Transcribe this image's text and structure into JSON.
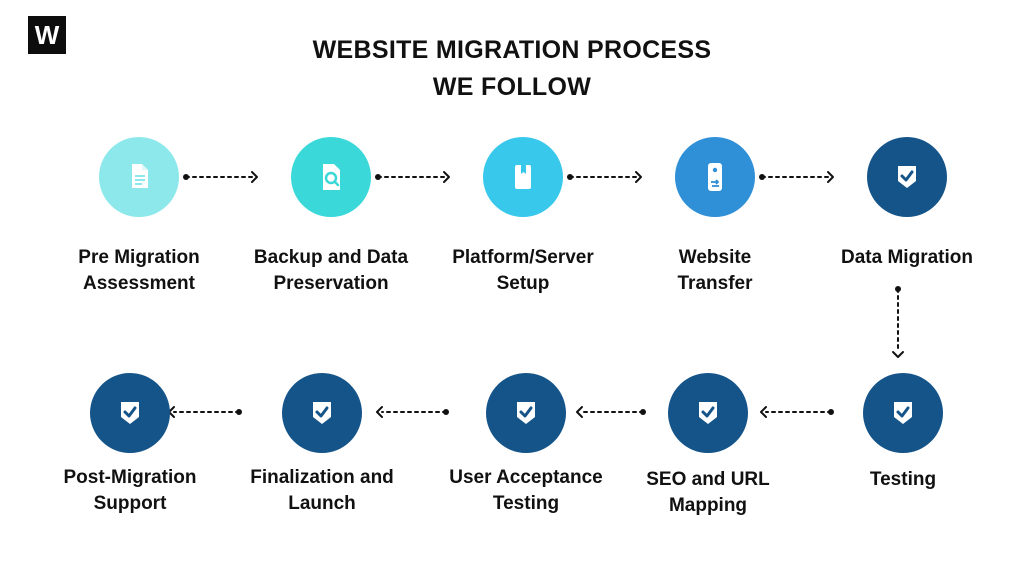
{
  "logo": {
    "text": "W"
  },
  "title": {
    "line1": "WEBSITE MIGRATION PROCESS",
    "line2": "WE FOLLOW"
  },
  "steps": [
    {
      "label": "Pre Migration\nAssessment",
      "icon": "document-icon",
      "color": "#8ce8ea"
    },
    {
      "label": "Backup and Data\nPreservation",
      "icon": "file-search-icon",
      "color": "#3ad8d8"
    },
    {
      "label": "Platform/Server\nSetup",
      "icon": "bookmark-icon",
      "color": "#38c8ec"
    },
    {
      "label": "Website\nTransfer",
      "icon": "device-transfer-icon",
      "color": "#2f8fd7"
    },
    {
      "label": "Data Migration",
      "icon": "shield-check-icon",
      "color": "#155489"
    },
    {
      "label": "Testing",
      "icon": "shield-check-icon",
      "color": "#155489"
    },
    {
      "label": "SEO and URL\nMapping",
      "icon": "shield-check-icon",
      "color": "#155489"
    },
    {
      "label": "User Acceptance\nTesting",
      "icon": "shield-check-icon",
      "color": "#155489"
    },
    {
      "label": "Finalization and\nLaunch",
      "icon": "shield-check-icon",
      "color": "#155489"
    },
    {
      "label": "Post-Migration\nSupport",
      "icon": "shield-check-icon",
      "color": "#155489"
    }
  ]
}
